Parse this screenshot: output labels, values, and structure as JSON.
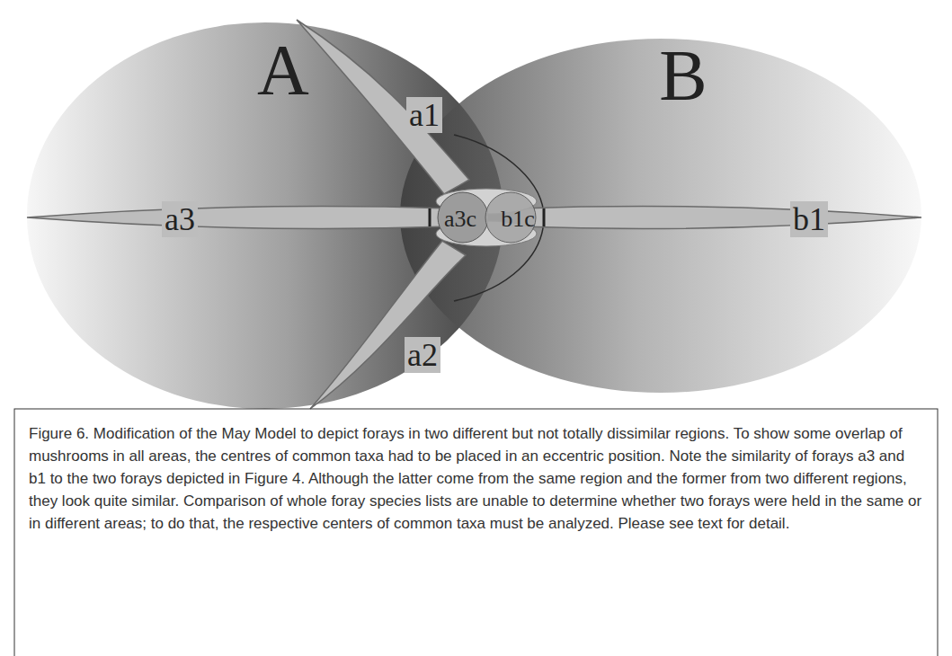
{
  "diagram": {
    "caption": "Figure 6. Modification of the May Model to depict forays in two different but not totally dissimilar regions. To show some overlap of mushrooms in all areas, the centres of common taxa had to be placed in an eccentric position. Note the similarity of forays a3 and b1 to the two forays depicted in Figure 4. Although the latter come from the same region and the former from two different regions, they look quite similar. Comparison of whole foray species lists are unable to determine whether two forays were held in the same or in different areas; to do that, the respective centers of common taxa must be analyzed. Please see text for detail.",
    "nodes": [
      {
        "text": [
          "A"
        ]
      },
      {
        "text": [
          "B"
        ]
      },
      {
        "text": [
          "a1"
        ],
        "in": 0
      },
      {
        "text": [
          "a3"
        ],
        "in": 0
      },
      {
        "text": [
          "a3c"
        ],
        "in": 0
      },
      {
        "text": [
          "b1c"
        ],
        "in": 1
      },
      {
        "text": [
          "b1"
        ],
        "in": 1
      },
      {
        "text": [
          "a2"
        ],
        "in": 0
      }
    ]
  }
}
